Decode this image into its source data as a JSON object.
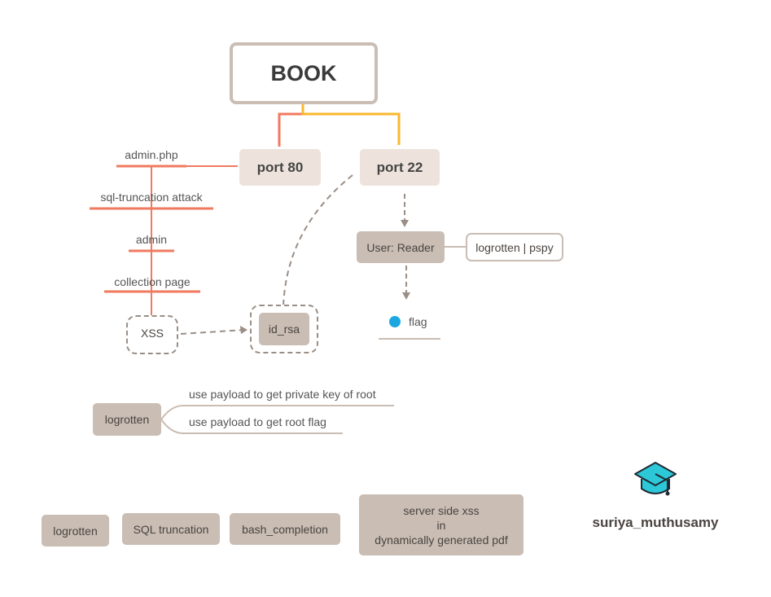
{
  "root": {
    "title": "BOOK"
  },
  "ports": {
    "port80": "port 80",
    "port22": "port 22"
  },
  "web_chain": {
    "admin_php": "admin.php",
    "sql_truncation": "sql-truncation attack",
    "admin": "admin",
    "collection_page": "collection page",
    "xss": "XSS",
    "id_rsa": "id_rsa"
  },
  "ssh_chain": {
    "user": "User: Reader",
    "tools": "logrotten | pspy",
    "flag": "flag"
  },
  "logrotten_branch": {
    "label": "logrotten",
    "items": [
      "use payload to get private key of root",
      "use payload to get root flag"
    ]
  },
  "tags": {
    "t1": "logrotten",
    "t2": "SQL truncation",
    "t3": "bash_completion",
    "t4_line1": "server side xss",
    "t4_line2": "in",
    "t4_line3": "dynamically generated pdf"
  },
  "author": {
    "name": "suriya_muthusamy",
    "icon": "graduation-cap-icon"
  },
  "colors": {
    "red": "#f07a5f",
    "yellow": "#fbb72c",
    "tan": "#c9bdb4",
    "light": "#ede3dc",
    "dash": "#9a8e86",
    "flag_dot": "#1ba8e0"
  }
}
